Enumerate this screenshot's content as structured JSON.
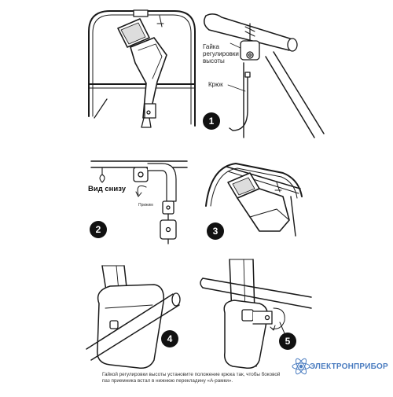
{
  "panels": {
    "p1_top": {
      "number": "1",
      "label_nut": "Гайка\nрегулировки\nвысоты",
      "label_hook": "Крюк"
    },
    "p2": {
      "number": "2",
      "view_label": "Вид снизу",
      "small_label": "Прижим"
    },
    "p3": {
      "number": "3"
    },
    "p4": {
      "number": "4"
    },
    "p5": {
      "number": "5"
    }
  },
  "caption": "Гайкой регулировки высоты установите положение крюка так, чтобы боковой паз приемника встал в нижнюю перекладину «А-рамки».",
  "brand": {
    "name": "ЭЛЕКТРОНПРИБОР",
    "color": "#4a7cc0"
  }
}
